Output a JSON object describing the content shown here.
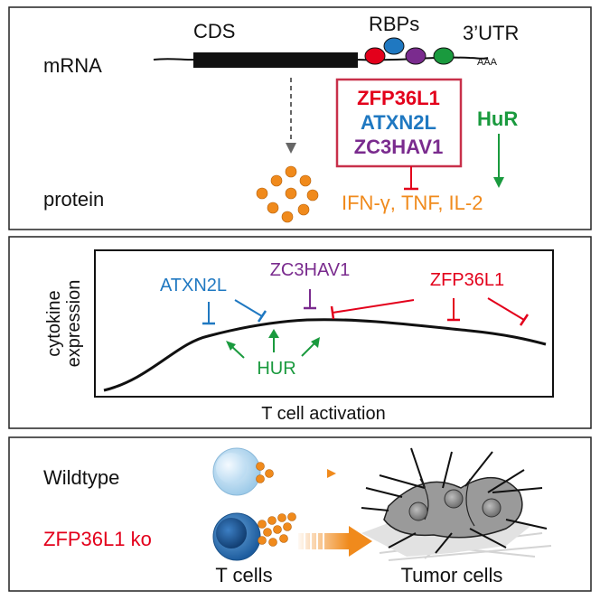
{
  "panel1": {
    "mrna_label": "mRNA",
    "cds_label": "CDS",
    "rbps_label": "RBPs",
    "utr_label": "3’UTR",
    "polya_label": "AAA",
    "protein_label": "protein",
    "box_items": [
      {
        "text": "ZFP36L1",
        "color": "#e3001b"
      },
      {
        "text": "ATXN2L",
        "color": "#1f78c1"
      },
      {
        "text": "ZC3HAV1",
        "color": "#7a2b8e"
      }
    ],
    "hur_label": "HuR",
    "cytokines_label": "IFN-γ, TNF, IL-2",
    "colors": {
      "red": "#e3001b",
      "blue": "#1f78c1",
      "purple": "#7a2b8e",
      "green": "#1a9a3e",
      "orange": "#f08a1c",
      "box_border": "#c8304a"
    }
  },
  "panel2": {
    "y_label_line1": "cytokine",
    "y_label_line2": "expression",
    "x_label": "T cell activation",
    "atxn2l_label": "ATXN2L",
    "zc3hav1_label": "ZC3HAV1",
    "zfp36l1_label": "ZFP36L1",
    "hur_label": "HUR"
  },
  "panel3": {
    "wildtype_label": "Wildtype",
    "ko_label": "ZFP36L1 ko",
    "tcells_label": "T cells",
    "tumor_label": "Tumor cells"
  }
}
